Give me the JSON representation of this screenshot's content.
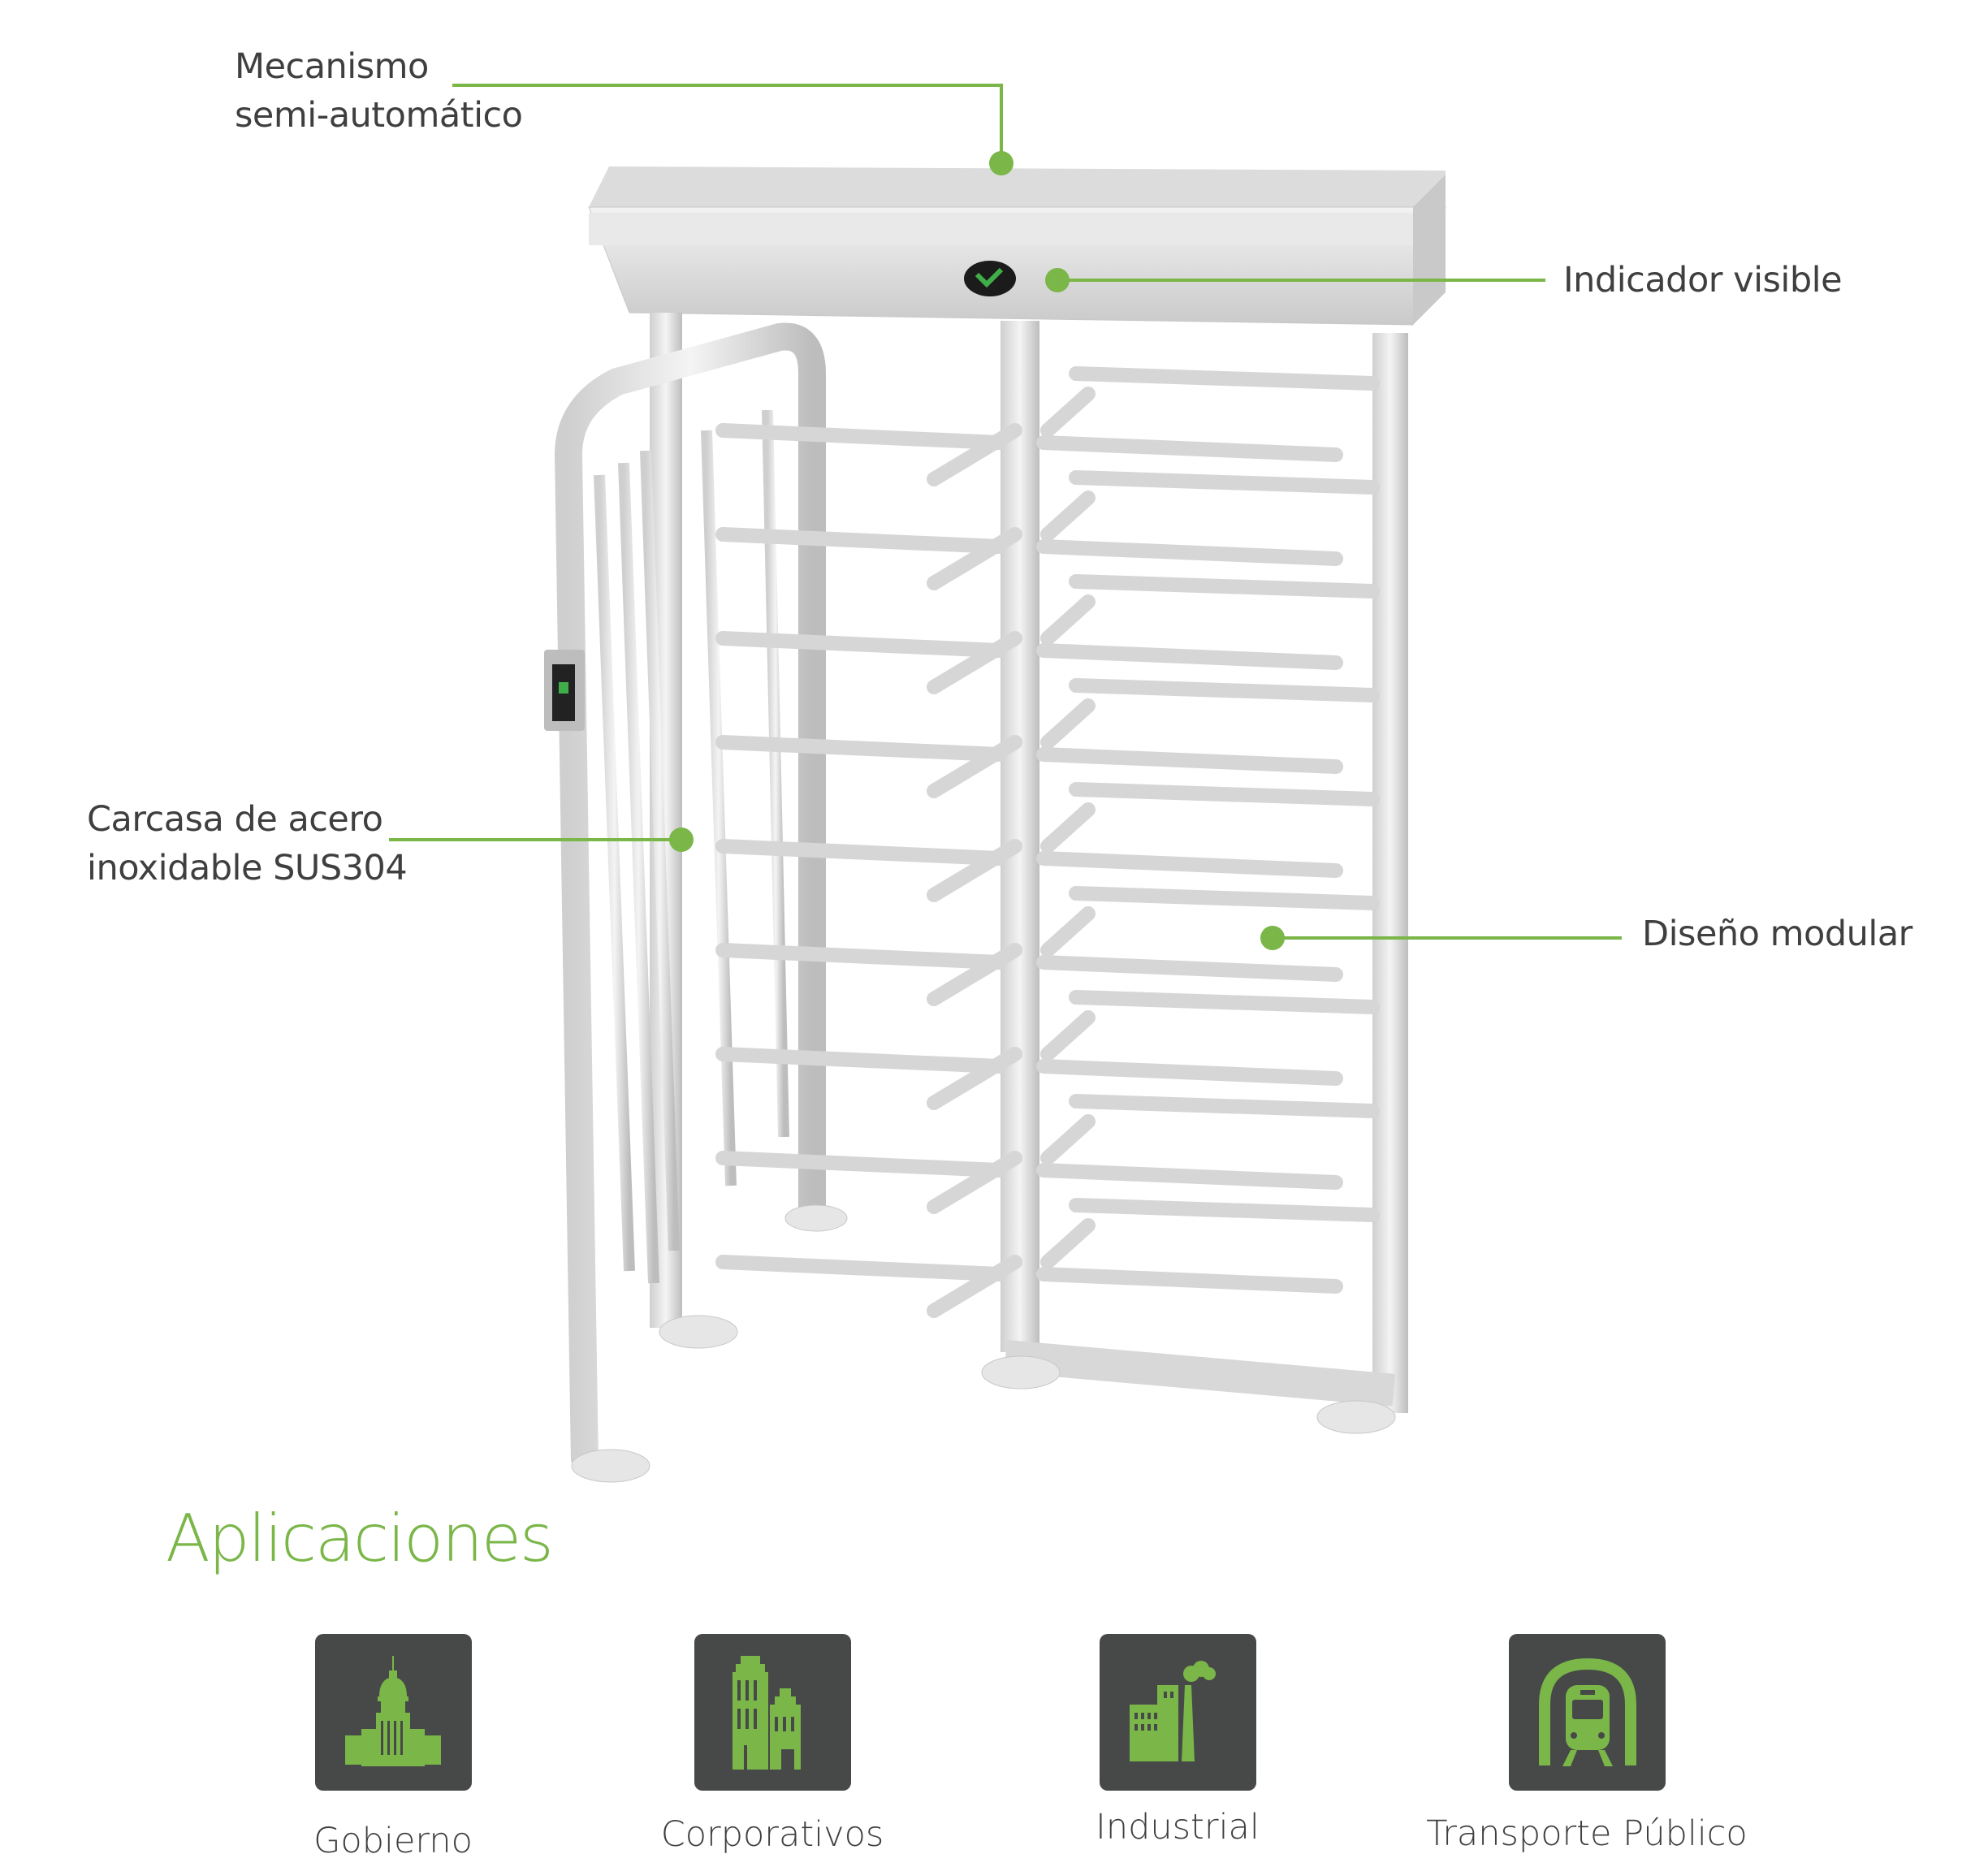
{
  "callouts": {
    "mechanism": {
      "line1": "Mecanismo",
      "line2": "semi-automático"
    },
    "indicator": {
      "label": "Indicador visible"
    },
    "housing": {
      "line1": "Carcasa de acero",
      "line2": "inoxidable SUS304"
    },
    "modular": {
      "label": "Diseño modular"
    }
  },
  "applications": {
    "title": "Aplicaciones",
    "items": [
      {
        "label": "Gobierno",
        "icon": "government-building-icon"
      },
      {
        "label": "Corporativos",
        "icon": "office-buildings-icon"
      },
      {
        "label": "Industrial",
        "icon": "factory-icon"
      },
      {
        "label": "Transporte Público",
        "icon": "train-tunnel-icon"
      }
    ]
  },
  "colors": {
    "accent": "#7ab648",
    "icon_bg": "#474948",
    "text": "#3f3f3f"
  }
}
